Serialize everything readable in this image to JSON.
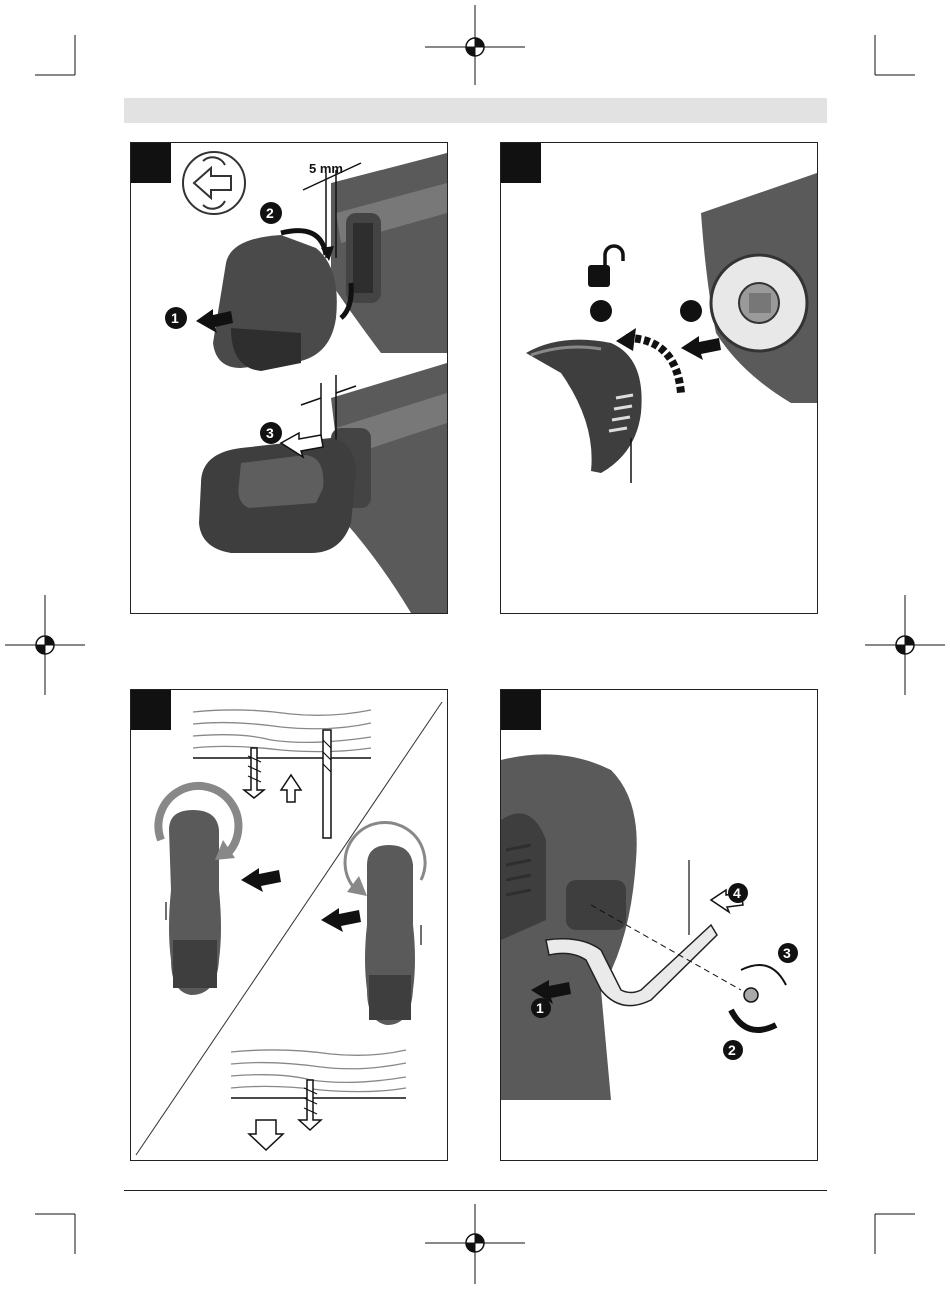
{
  "header": {
    "bar_color": "#e2e2e2"
  },
  "panels": [
    {
      "id": "A",
      "label": "",
      "dimension_label": "5 mm",
      "step_numbers": [
        "1",
        "2",
        "3"
      ],
      "icons": [
        "rotation-direction-icon",
        "pull-arrow-icon",
        "push-arrow-icon"
      ]
    },
    {
      "id": "B",
      "label": "",
      "step_markers": [
        "",
        ""
      ],
      "icons": [
        "unlock-padlock-icon",
        "rotation-arrow-icon",
        "push-arrow-icon"
      ]
    },
    {
      "id": "C",
      "label": "",
      "icons": [
        "screw-icon",
        "drill-bit-icon",
        "rotation-right-icon",
        "rotation-left-icon",
        "up-arrow-icon",
        "down-arrow-icon"
      ]
    },
    {
      "id": "D",
      "label": "",
      "step_numbers": [
        "1",
        "2",
        "3",
        "4"
      ],
      "icons": [
        "belt-clip-icon",
        "screw-icon"
      ]
    }
  ],
  "colors": {
    "tool_body": "#5a5a5a",
    "tool_dark": "#2e2e2e",
    "wood": "#9a9a9a"
  }
}
